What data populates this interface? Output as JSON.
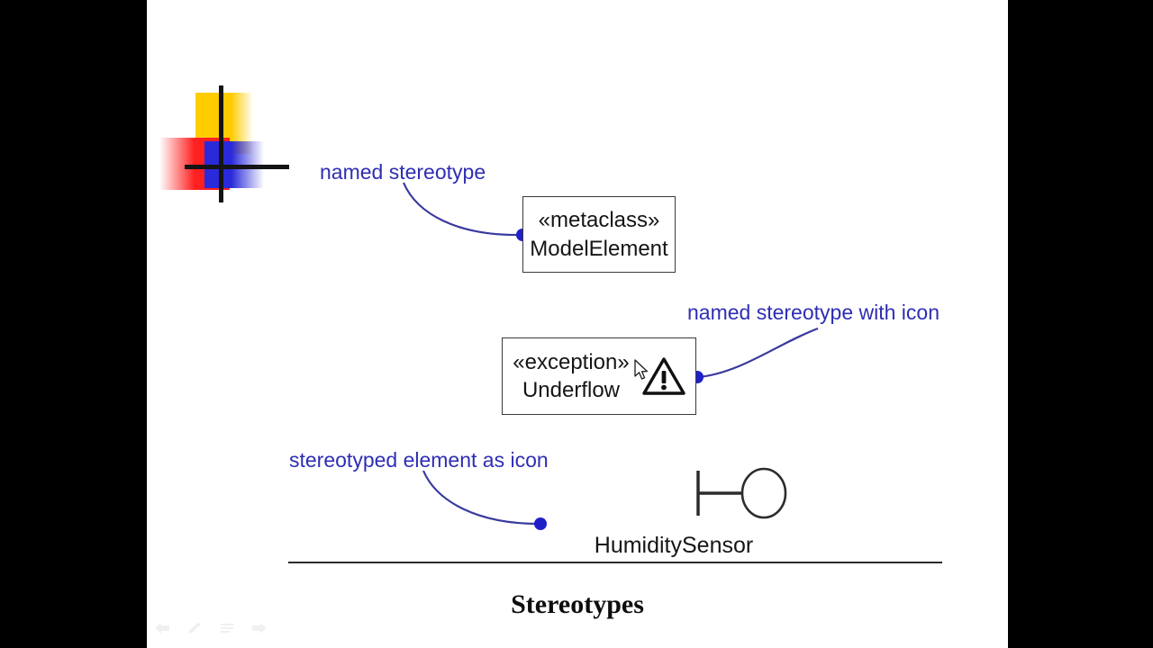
{
  "slide": {
    "title": "Stereotypes",
    "background_color": "#ffffff",
    "letterbox_color": "#000000",
    "annotation_color": "#2e2eb4",
    "line_color": "#2c2c2c"
  },
  "logo": {
    "name": "uml-slide-logo",
    "squares": [
      {
        "name": "yellow-square",
        "color": "#FFCC00"
      },
      {
        "name": "red-square",
        "color": "#FF2020"
      },
      {
        "name": "blue-square",
        "color": "#2A2ADB"
      }
    ],
    "cross_color": "#141414"
  },
  "annotations": [
    {
      "id": "named-stereotype",
      "text": "named stereotype"
    },
    {
      "id": "named-stereotype-with-icon",
      "text": "named stereotype with icon"
    },
    {
      "id": "stereotyped-element-as-icon",
      "text": "stereotyped element as icon"
    }
  ],
  "boxes": [
    {
      "id": "metaclass-box",
      "stereotype": "«metaclass»",
      "name": "ModelElement",
      "has_icon": false
    },
    {
      "id": "exception-box",
      "stereotype": "«exception»",
      "name": "Underflow",
      "has_icon": true,
      "icon": "warning-triangle-icon"
    }
  ],
  "sensor": {
    "id": "humidity-sensor",
    "icon": "sensor-lollipop-icon",
    "caption": "HumiditySensor"
  },
  "toolbar": {
    "items": [
      {
        "id": "previous",
        "icon": "back-arrow-icon"
      },
      {
        "id": "pen",
        "icon": "pen-icon"
      },
      {
        "id": "menu",
        "icon": "menu-icon"
      },
      {
        "id": "next",
        "icon": "forward-arrow-icon"
      }
    ]
  },
  "cursor": {
    "id": "mouse-pointer",
    "icon": "arrow-cursor-icon"
  }
}
